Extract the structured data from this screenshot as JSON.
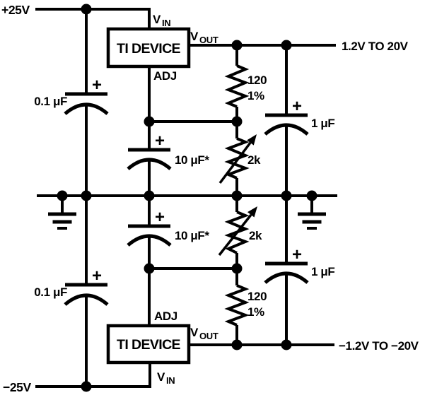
{
  "supply": {
    "positive_input": "+25V",
    "negative_input": "−25V"
  },
  "output": {
    "positive_range": "1.2V TO 20V",
    "negative_range": "−1.2V TO −20V"
  },
  "regulator": {
    "name": "TI DEVICE",
    "pin_v": "V",
    "pin_in": "IN",
    "pin_out": "OUT",
    "pin_adj": "ADJ"
  },
  "components": {
    "input_capacitor": "0.1 μF",
    "bypass_capacitor": "10 μF*",
    "output_capacitor": "1 μF",
    "resistor_value": "120",
    "resistor_tolerance": "1%",
    "potentiometer": "2k",
    "polarity": "+"
  }
}
